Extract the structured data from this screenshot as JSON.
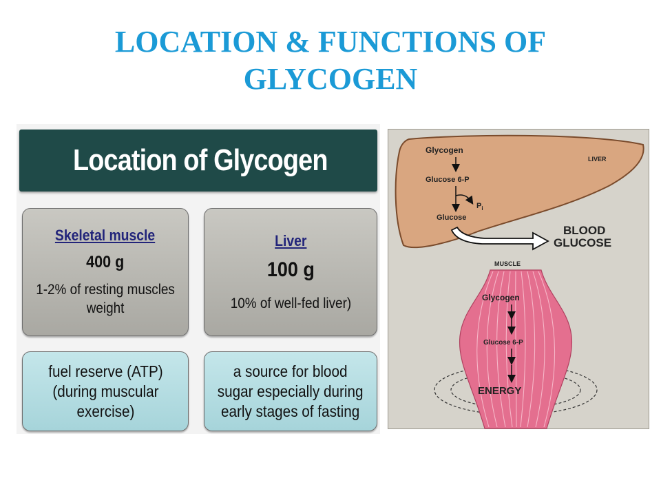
{
  "title": {
    "line1": "LOCATION & FUNCTIONS OF",
    "line2": "GLYCOGEN"
  },
  "location_panel": {
    "header": "Location of Glycogen",
    "skeletal_muscle": {
      "heading": "Skeletal muscle",
      "amount": "400 g",
      "desc_line1": "1-2% of resting muscles",
      "desc_line2": "weight",
      "function_line1": "fuel reserve (ATP)",
      "function_line2": "(during muscular",
      "function_line3": "exercise)"
    },
    "liver": {
      "heading": "Liver",
      "amount": "100 g",
      "desc_line1": "10% of well-fed liver)",
      "function_line1": "a source for blood",
      "function_line2": "sugar especially during",
      "function_line3": "early stages of fasting"
    }
  },
  "diagram": {
    "liver_label": "LIVER",
    "liver_steps": [
      "Glycogen",
      "Glucose 6-P",
      "Glucose"
    ],
    "pi_label": "P",
    "pi_subscript": "i",
    "blood_glucose_line1": "BLOOD",
    "blood_glucose_line2": "GLUCOSE",
    "muscle_label": "MUSCLE",
    "muscle_steps": [
      "Glycogen",
      "Glucose 6-P"
    ],
    "energy_label": "ENERGY",
    "colors": {
      "liver": "#d9a680",
      "muscle": "#e46f8f",
      "background": "#d6d3cb"
    }
  }
}
